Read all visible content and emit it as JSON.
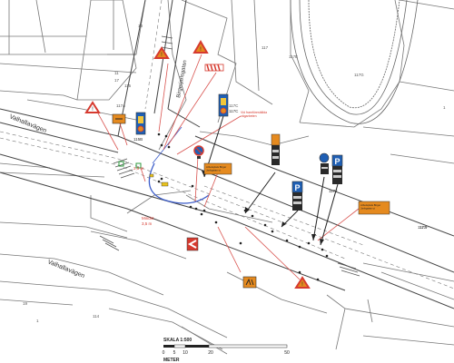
{
  "streets": {
    "valhallavagen_upper": "Valhallavägen",
    "valhallavagen_lower": "Valhallavägen",
    "birgerjarlsgatan": "Birgerjarlsgatan"
  },
  "buildings": {
    "n1": "11",
    "n2": "13",
    "n3": "117C",
    "n4": "117",
    "n5": "117E",
    "n6": "117G",
    "n7": "117F",
    "n8": "115",
    "n9": "117A",
    "n10": "114",
    "n11": "19",
    "n12": "1",
    "n13": "17",
    "n14": "1"
  },
  "signs": {
    "blue_sign_left": "115B",
    "blue_sign_right": "117C",
    "post_a": "1172",
    "post_b": "1173"
  },
  "annotations": {
    "measure_upper": "2,5 m",
    "measure_lower_1": "Mindst",
    "measure_lower_2": "3,5 m",
    "note_left": "Vid framföreställda\nvägarbeten",
    "note_mid": "Arbetsplats Birger\nJarlsgatan ut",
    "note_right": "Arbetsplats Birger\nJarlsgatan ut"
  },
  "scale": {
    "title": "SKALA 1:500",
    "ticks": [
      "0",
      "5",
      "10",
      "20",
      "50"
    ],
    "unit": "METER"
  },
  "colors": {
    "line": "#555555",
    "road": "#444444",
    "warning_red": "#d63a2f",
    "sign_orange": "#e58a1f",
    "sign_blue": "#1f5fb4",
    "sign_dark": "#2a2a2a",
    "guide_red": "#d9534f",
    "curve_blue": "#3b5cc9",
    "green": "#2e9a3e"
  }
}
